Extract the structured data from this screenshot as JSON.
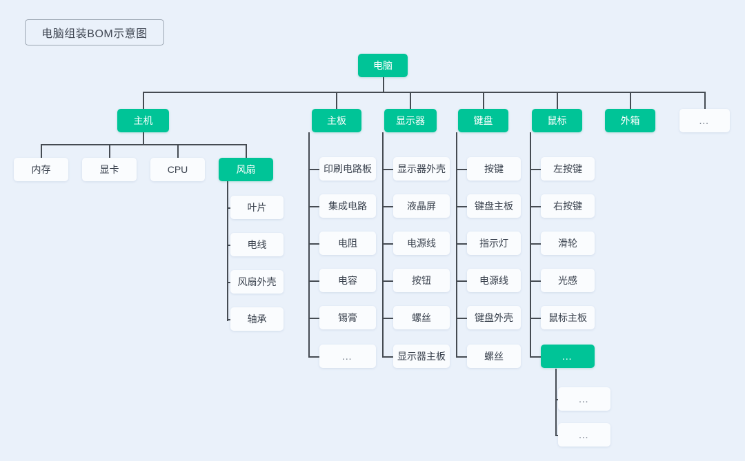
{
  "title": {
    "text": "电脑组装BOM示意图"
  },
  "colors": {
    "background": "#eaf1fa",
    "accent_green": "#00c497",
    "node_white": "#fafcfe",
    "line": "#454b52",
    "text_dark": "#39414d"
  },
  "diagram": {
    "type": "bom-tree",
    "root": {
      "label": "电脑",
      "style": "green"
    },
    "level2": [
      {
        "label": "主机",
        "style": "green"
      },
      {
        "label": "主板",
        "style": "green"
      },
      {
        "label": "显示器",
        "style": "green"
      },
      {
        "label": "键盘",
        "style": "green"
      },
      {
        "label": "鼠标",
        "style": "green"
      },
      {
        "label": "外箱",
        "style": "green"
      },
      {
        "label": "…",
        "style": "white"
      }
    ],
    "host_children": [
      {
        "label": "内存",
        "style": "white"
      },
      {
        "label": "显卡",
        "style": "white"
      },
      {
        "label": "CPU",
        "style": "white"
      },
      {
        "label": "风扇",
        "style": "green"
      }
    ],
    "fan_children": [
      {
        "label": "叶片",
        "style": "white"
      },
      {
        "label": "电线",
        "style": "white"
      },
      {
        "label": "风扇外壳",
        "style": "white"
      },
      {
        "label": "轴承",
        "style": "white"
      }
    ],
    "mainboard_children": [
      {
        "label": "印刷电路板",
        "style": "white"
      },
      {
        "label": "集成电路",
        "style": "white"
      },
      {
        "label": "电阻",
        "style": "white"
      },
      {
        "label": "电容",
        "style": "white"
      },
      {
        "label": "锡膏",
        "style": "white"
      },
      {
        "label": "…",
        "style": "white"
      }
    ],
    "monitor_children": [
      {
        "label": "显示器外壳",
        "style": "white"
      },
      {
        "label": "液晶屏",
        "style": "white"
      },
      {
        "label": "电源线",
        "style": "white"
      },
      {
        "label": "按钮",
        "style": "white"
      },
      {
        "label": "螺丝",
        "style": "white"
      },
      {
        "label": "显示器主板",
        "style": "white"
      }
    ],
    "keyboard_children": [
      {
        "label": "按键",
        "style": "white"
      },
      {
        "label": "键盘主板",
        "style": "white"
      },
      {
        "label": "指示灯",
        "style": "white"
      },
      {
        "label": "电源线",
        "style": "white"
      },
      {
        "label": "键盘外壳",
        "style": "white"
      },
      {
        "label": "螺丝",
        "style": "white"
      }
    ],
    "mouse_children": [
      {
        "label": "左按键",
        "style": "white"
      },
      {
        "label": "右按键",
        "style": "white"
      },
      {
        "label": "滑轮",
        "style": "white"
      },
      {
        "label": "光感",
        "style": "white"
      },
      {
        "label": "鼠标主板",
        "style": "white"
      },
      {
        "label": "…",
        "style": "green"
      }
    ],
    "mouse_more_children": [
      {
        "label": "…",
        "style": "white"
      },
      {
        "label": "…",
        "style": "white"
      }
    ]
  }
}
